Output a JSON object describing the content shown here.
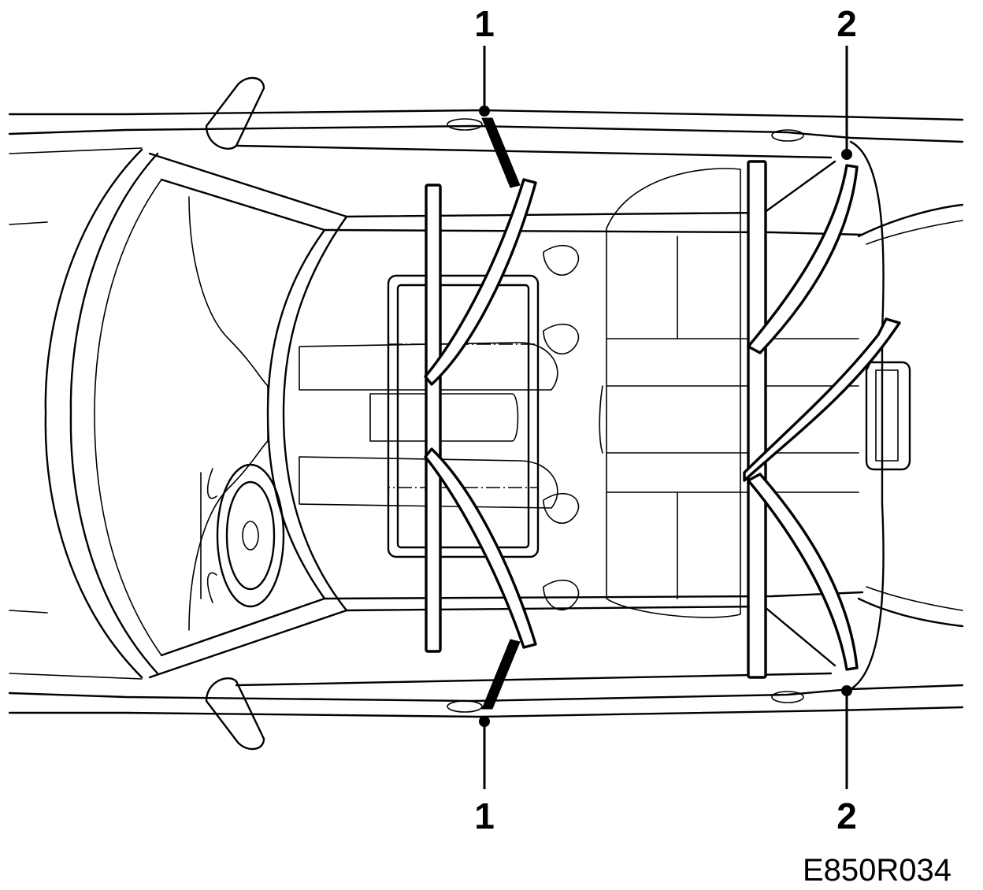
{
  "callouts": {
    "top_left": "1",
    "top_right": "2",
    "bottom_left": "1",
    "bottom_right": "2"
  },
  "figure_id": "E850R034"
}
